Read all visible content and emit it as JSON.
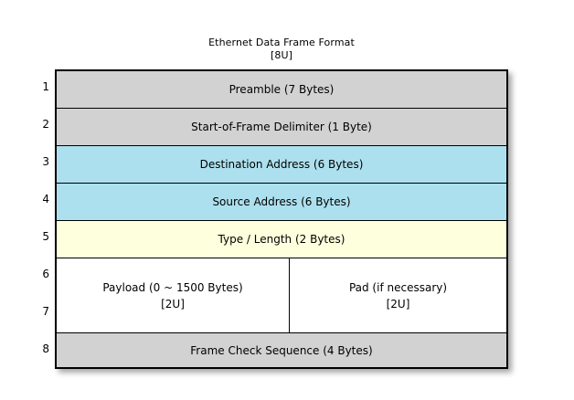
{
  "diagram": {
    "title": "Ethernet Data Frame Format",
    "title_note": "[8U]",
    "colors": {
      "gray": "#d2d2d2",
      "blue": "#ade0ee",
      "yellow": "#fdffdd",
      "white": "#ffffff",
      "border": "#000000"
    },
    "row_numbers": [
      "1",
      "2",
      "3",
      "4",
      "5",
      "6",
      "7",
      "8"
    ],
    "rows": [
      {
        "number": "1",
        "label": "Preamble (7 Bytes)",
        "fill": "gray"
      },
      {
        "number": "2",
        "label": "Start-of-Frame Delimiter (1 Byte)",
        "fill": "gray"
      },
      {
        "number": "3",
        "label": "Destination Address (6 Bytes)",
        "fill": "blue"
      },
      {
        "number": "4",
        "label": "Source Address (6 Bytes)",
        "fill": "blue"
      },
      {
        "number": "5",
        "label": "Type / Length (2 Bytes)",
        "fill": "yellow"
      },
      {
        "number": "6-7",
        "label": "",
        "fill": "white",
        "split": [
          {
            "label": "Payload (0 ~ 1500 Bytes)",
            "note": "[2U]"
          },
          {
            "label": "Pad (if necessary)",
            "note": "[2U]"
          }
        ]
      },
      {
        "number": "8",
        "label": "Frame Check Sequence (4 Bytes)",
        "fill": "gray"
      }
    ]
  }
}
